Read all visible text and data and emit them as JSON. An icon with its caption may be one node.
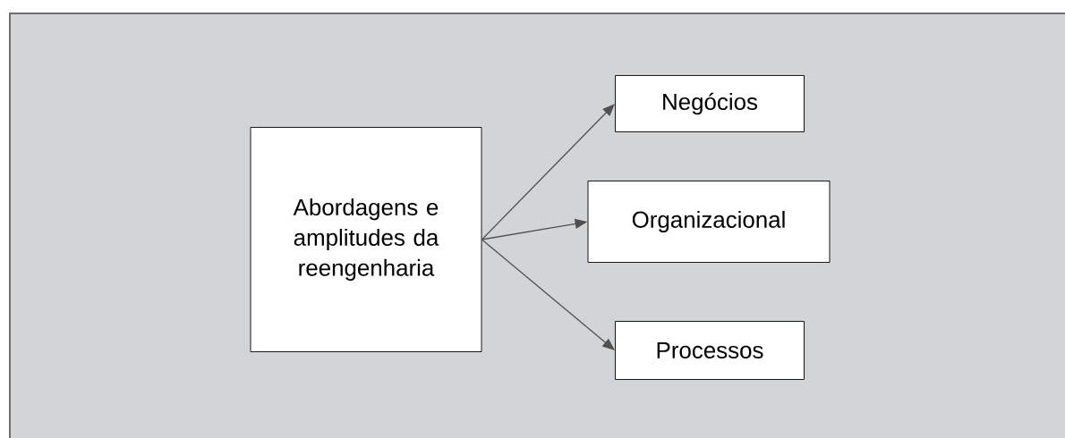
{
  "diagram": {
    "nodes": [
      {
        "text": [
          "Abordagens e amplitudes da reengenharia"
        ]
      },
      {
        "text": [
          "Negócios"
        ]
      },
      {
        "text": [
          "Organizacional"
        ]
      },
      {
        "text": [
          "Processos"
        ]
      }
    ],
    "edges": [
      {
        "from": 0,
        "to": 1,
        "arrow": "to"
      },
      {
        "from": 0,
        "to": 2,
        "arrow": "to"
      },
      {
        "from": 0,
        "to": 3,
        "arrow": "to"
      }
    ]
  }
}
